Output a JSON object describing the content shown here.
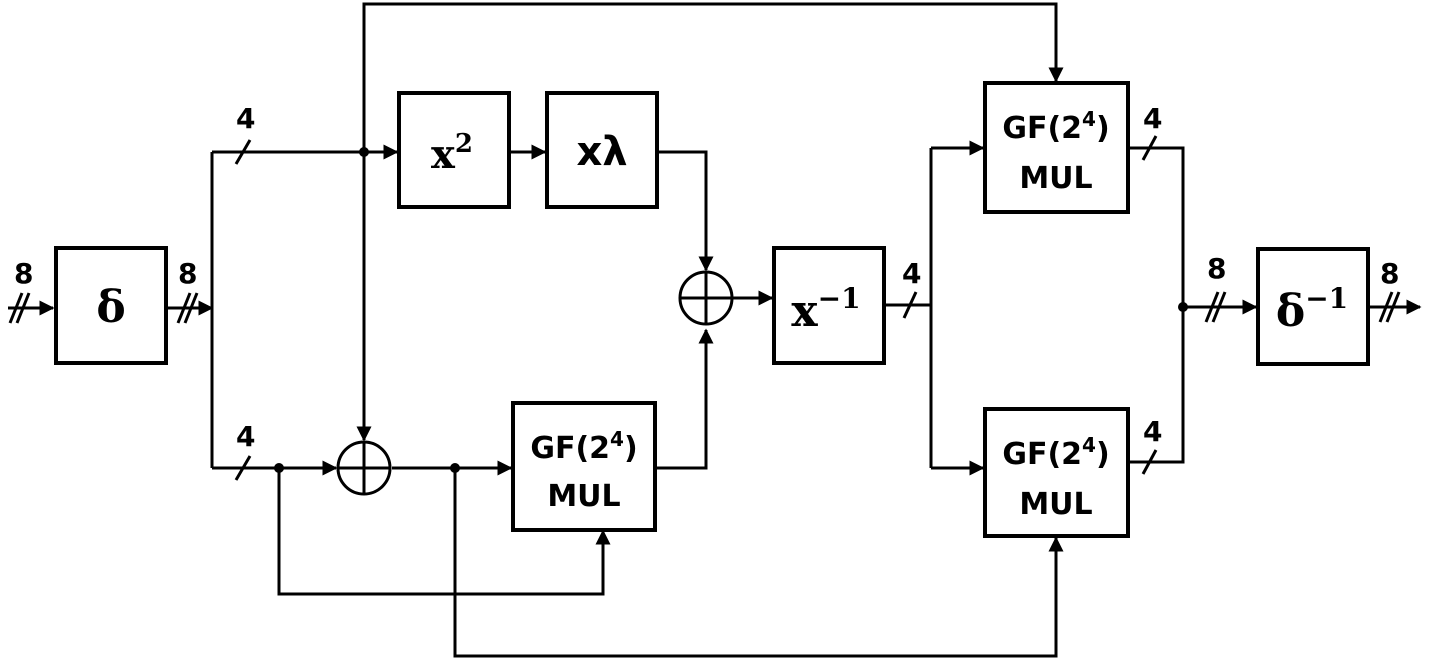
{
  "blocks": {
    "delta": "δ",
    "delta_inv_base": "δ",
    "delta_inv_exp": "−1",
    "square_base": "x",
    "square_exp": "2",
    "lambda": "xλ",
    "inverse_base": "x",
    "inverse_exp": "−1",
    "gf_mul_line1": "GF(2",
    "gf_mul_exp": "4",
    "gf_mul_close": ")",
    "gf_mul_line2": "MUL"
  },
  "bus_widths": {
    "input": "8",
    "delta_out": "8",
    "upper": "4",
    "lower": "4",
    "inverse_out": "4",
    "mul_top_out": "4",
    "mul_bottom_out": "4",
    "pre_delta_inv": "8",
    "output": "8"
  }
}
